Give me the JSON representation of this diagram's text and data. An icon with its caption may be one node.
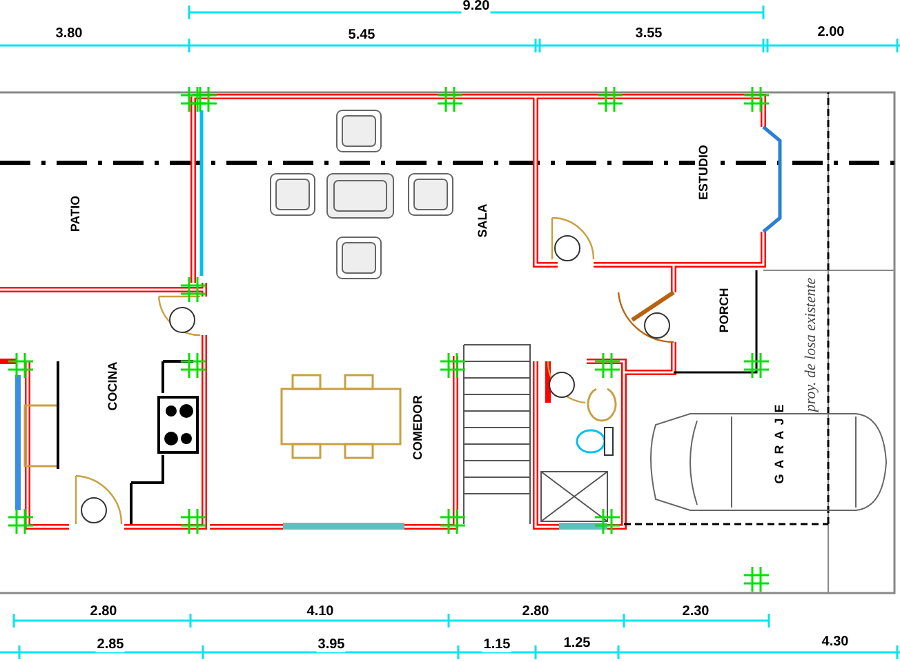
{
  "diagram": {
    "labels": [
      "9.20",
      "3.80",
      "5.45",
      "3.55",
      "2.00",
      "PATIO",
      "SALA",
      "ESTUDIO",
      "PORCH",
      "proy. de losa existente",
      "COCINA",
      "COMEDOR",
      "GARAJE",
      "2.80",
      "4.10",
      "2.80",
      "2.30",
      "2.85",
      "3.95",
      "1.15",
      "1.25",
      "4.30"
    ]
  }
}
